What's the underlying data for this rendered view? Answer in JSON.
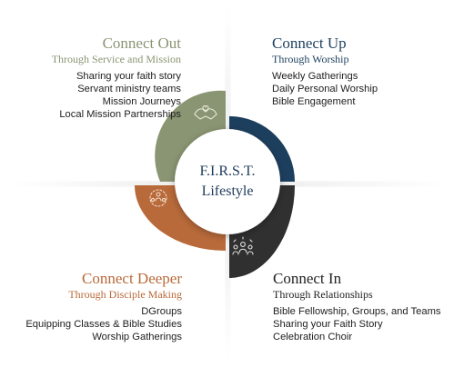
{
  "center": {
    "line1": "F.I.R.S.T.",
    "line2": "Lifestyle"
  },
  "colors": {
    "connect_out": "#8a9573",
    "connect_up": "#1d3f5e",
    "connect_in": "#303030",
    "connect_deeper": "#b86a3a",
    "center_text": "#1f3b5c"
  },
  "quadrants": {
    "connect_out": {
      "title": "Connect Out",
      "subtitle": "Through Service and Mission",
      "items": [
        "Sharing your faith story",
        "Servant ministry teams",
        "Mission Journeys",
        "Local Mission Partnerships"
      ],
      "icon": "hands-heart-icon"
    },
    "connect_up": {
      "title": "Connect Up",
      "subtitle": "Through Worship",
      "items": [
        "Weekly Gatherings",
        "Daily Personal Worship",
        "Bible Engagement"
      ],
      "icon": "cross-radiant-icon"
    },
    "connect_in": {
      "title": "Connect In",
      "subtitle": "Through Relationships",
      "items": [
        "Bible Fellowship, Groups, and Teams",
        "Sharing your Faith Story",
        "Celebration Choir"
      ],
      "icon": "people-group-icon"
    },
    "connect_deeper": {
      "title": "Connect Deeper",
      "subtitle": "Through Disciple Making",
      "items": [
        "DGroups",
        "Equipping Classes & Bible Studies",
        "Worship Gatherings"
      ],
      "icon": "people-circle-icon"
    }
  }
}
